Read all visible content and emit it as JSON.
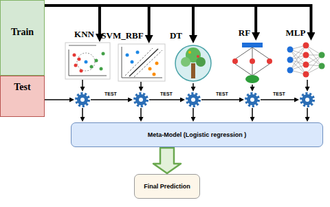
{
  "diagram": {
    "nodes": [
      {
        "text": [
          "Train"
        ]
      },
      {
        "text": [
          "Test"
        ]
      },
      {
        "text": [
          "KNN"
        ]
      },
      {
        "text": [
          "SVM_RBF"
        ]
      },
      {
        "text": [
          "DT"
        ]
      },
      {
        "text": [
          "RF"
        ]
      },
      {
        "text": [
          "MLP"
        ]
      },
      {
        "text": [
          "Meta-Model (Logistic regression )"
        ]
      },
      {
        "text": [
          "Final Prediction"
        ]
      }
    ],
    "edges": [
      {
        "from": 0,
        "to": 2,
        "arrow": "to"
      },
      {
        "from": 0,
        "to": 3,
        "arrow": "to"
      },
      {
        "from": 0,
        "to": 4,
        "arrow": "to"
      },
      {
        "from": 0,
        "to": 5,
        "arrow": "to"
      },
      {
        "from": 0,
        "to": 6,
        "arrow": "to"
      },
      {
        "from": 7,
        "to": 8,
        "arrow": "to"
      }
    ],
    "labels": [
      "TEST",
      "TEST",
      "TEST",
      "TEST"
    ]
  }
}
